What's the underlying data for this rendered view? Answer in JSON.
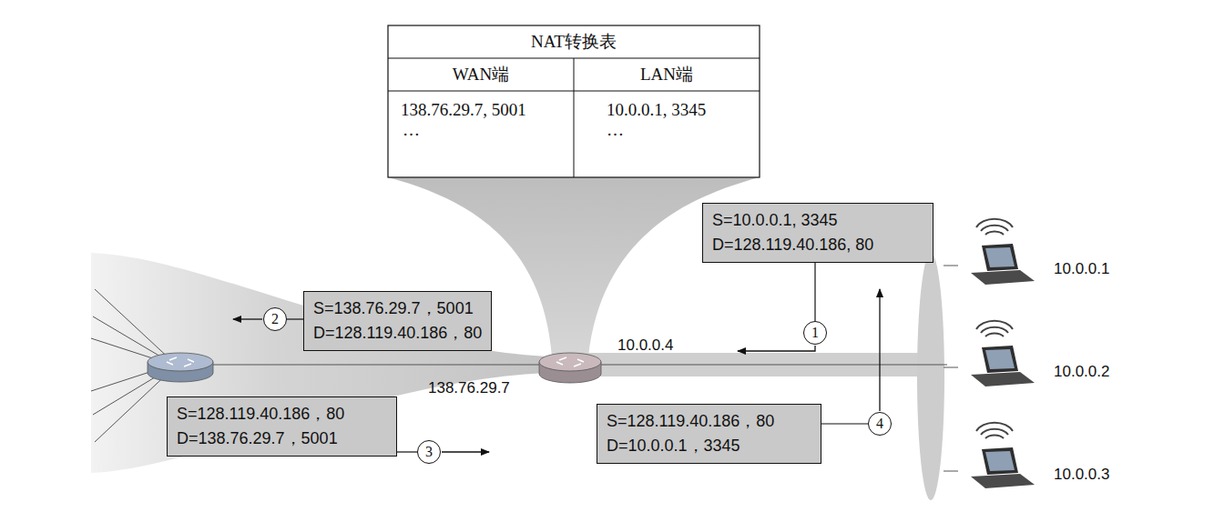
{
  "diagram": {
    "nodes": [
      {
        "text": [
          "S=10.0.0.1, 3345",
          "D=128.119.40.186, 80"
        ]
      },
      {
        "text": [
          "1"
        ]
      },
      {
        "text": [
          "S=138.76.29.7，5001",
          "D=128.119.40.186，80"
        ]
      },
      {
        "text": [
          "2"
        ]
      },
      {
        "text": [
          "S=128.119.40.186，80",
          "D=138.76.29.7，5001"
        ]
      },
      {
        "text": [
          "3"
        ]
      },
      {
        "text": [
          "S=128.119.40.186，80",
          "D=10.0.0.1，3345"
        ]
      },
      {
        "text": [
          "4"
        ]
      }
    ],
    "edges": [
      {
        "from": 0,
        "to": 1,
        "arrow": "none"
      },
      {
        "from": 2,
        "to": 3,
        "arrow": "none"
      },
      {
        "from": 4,
        "to": 5,
        "arrow": "none"
      },
      {
        "from": 6,
        "to": 7,
        "arrow": "none"
      }
    ],
    "labels": [
      "NAT转换表",
      "WAN端",
      "LAN端",
      "138.76.29.7, 5001",
      "…",
      "10.0.0.1, 3345",
      "…",
      "10.0.0.4",
      "138.76.29.7",
      "10.0.0.1",
      "10.0.0.2",
      "10.0.0.3"
    ]
  }
}
